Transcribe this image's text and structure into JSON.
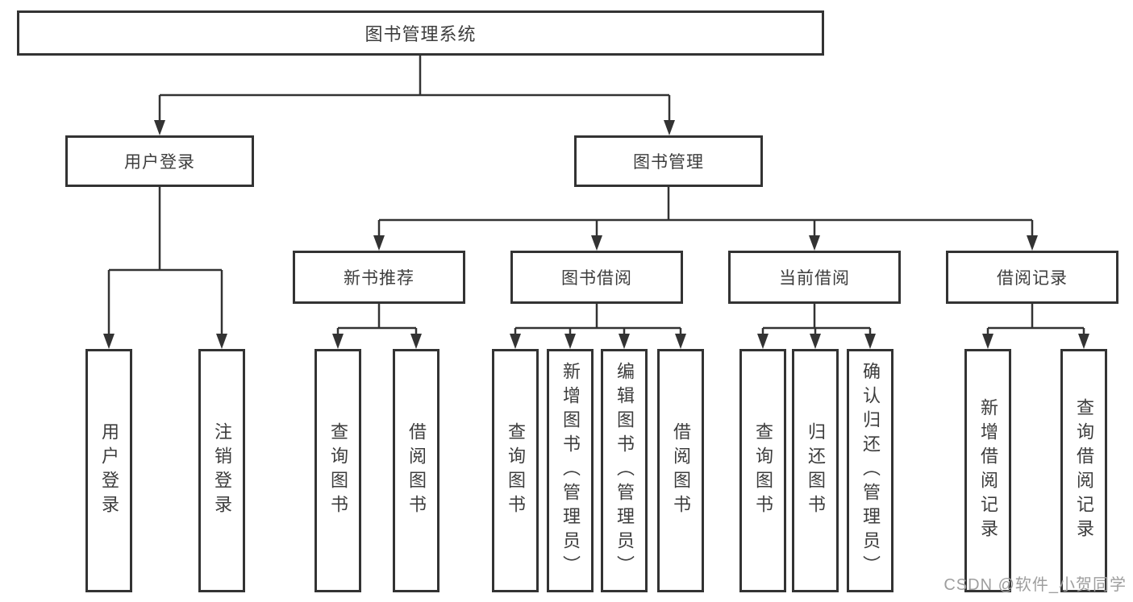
{
  "diagram": {
    "root": "图书管理系统",
    "level2": [
      "用户登录",
      "图书管理"
    ],
    "level3": [
      "新书推荐",
      "图书借阅",
      "当前借阅",
      "借阅记录"
    ],
    "leaves": {
      "user_login": [
        "用户登录",
        "注销登录"
      ],
      "new_book_recommend": [
        "查询图书",
        "借阅图书"
      ],
      "book_borrow": [
        "查询图书",
        "新增图书（管理员）",
        "编辑图书（管理员）",
        "借阅图书"
      ],
      "current_borrow": [
        "查询图书",
        "归还图书",
        "确认归还（管理员）"
      ],
      "borrow_records": [
        "新增借阅记录",
        "查询借阅记录"
      ]
    }
  },
  "watermark": "CSDN @软件_小贺同学",
  "colors": {
    "line": "#333333",
    "text": "#3d3d3d",
    "watermark": "#9e9e9e",
    "background": "#ffffff"
  }
}
